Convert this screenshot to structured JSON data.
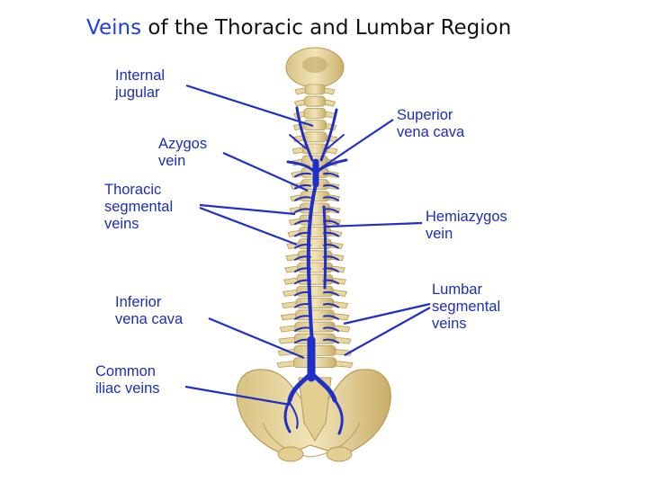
{
  "title": {
    "accent": "Veins",
    "rest": " of the Thoracic and Lumbar Region"
  },
  "colors": {
    "vein": "#1f2fc8",
    "bone": "#ead9a2",
    "bone_shade": "#c9ae6a",
    "label": "#1c2fb8"
  },
  "labels": {
    "internal_jugular": "Internal\njugular",
    "superior_vena_cava": "Superior\nvena cava",
    "azygos_vein": "Azygos\nvein",
    "thoracic_segmental_veins": "Thoracic\nsegmental\nveins",
    "hemiazygos_vein": "Hemiazygos\nvein",
    "inferior_vena_cava": "Inferior\nvena cava",
    "lumbar_segmental_veins": "Lumbar\nsegmental\nveins",
    "common_iliac_veins": "Common\niliac veins"
  }
}
